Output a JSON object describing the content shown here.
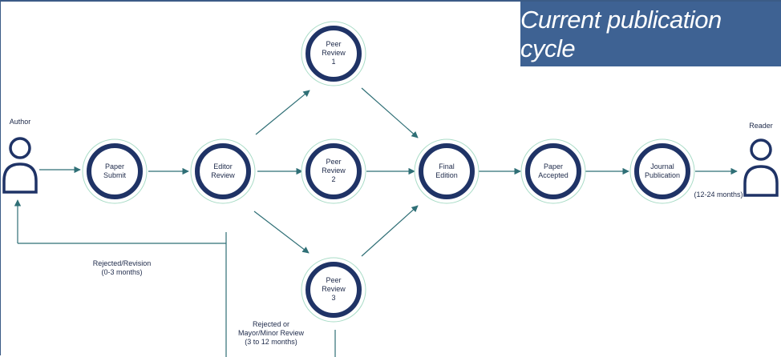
{
  "title": "Current publication cycle",
  "actors": {
    "author": "Author",
    "reader": "Reader"
  },
  "nodes": {
    "paper_submit": "Paper\nSubmit",
    "editor_review": "Editor\nReview",
    "peer_review_1": "Peer\nReview\n1",
    "peer_review_2": "Peer\nReview\n2",
    "peer_review_3": "Peer\nReview\n3",
    "final_edition": "Final\nEdition",
    "paper_accepted": "Paper\nAccepted",
    "journal_publication": "Journal\nPublication"
  },
  "notes": {
    "rejected_revision": "Rejected/Revision\n(0-3 months)",
    "rejected_review": "Rejected or\nMayor/Minor Review\n(3 to 12 months)",
    "publication_time": "(12-24 months)"
  },
  "colors": {
    "ring": "#1f3366",
    "halo": "#a9dcc7",
    "arrow": "#2f6f76",
    "title_bg": "#3e6293"
  }
}
